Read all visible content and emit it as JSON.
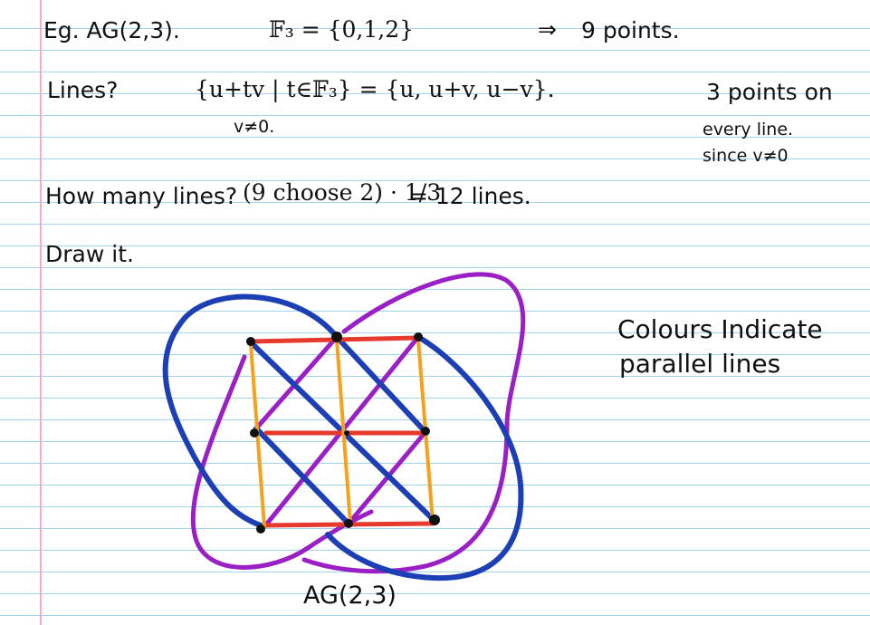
{
  "page": {
    "paper_color": "#ffffff",
    "rule_color": "#9ed3ea",
    "margin_color": "#f0a9d4"
  },
  "notes": {
    "example": "Eg. AG(2,3).",
    "field": "𝔽₃ = {0,1,2}",
    "implies": "⇒",
    "points": "9 points.",
    "lines_label": "Lines?",
    "lines_set": "{u+tv | t∈𝔽₃} = {u, u+v, u−v}.",
    "v_nonzero": "v≠0.",
    "three_points": "3 points on",
    "every_line": "every line.",
    "since": "since v≠0",
    "how_many": "How many lines?",
    "binom": "(9 choose 2) · 1/3",
    "equals_twelve": "= 12 lines.",
    "draw_it": "Draw it.",
    "colors_indicate": "Colours Indicate",
    "parallel_lines": "parallel lines",
    "figure_caption": "AG(2,3)"
  },
  "figure": {
    "point_color": "#111111",
    "line_colors": {
      "horizontal": "#e63a2e",
      "vertical": "#f5a11c",
      "diagonal": "#1c3fb5",
      "antidiagonal": "#9a1fc4"
    }
  }
}
